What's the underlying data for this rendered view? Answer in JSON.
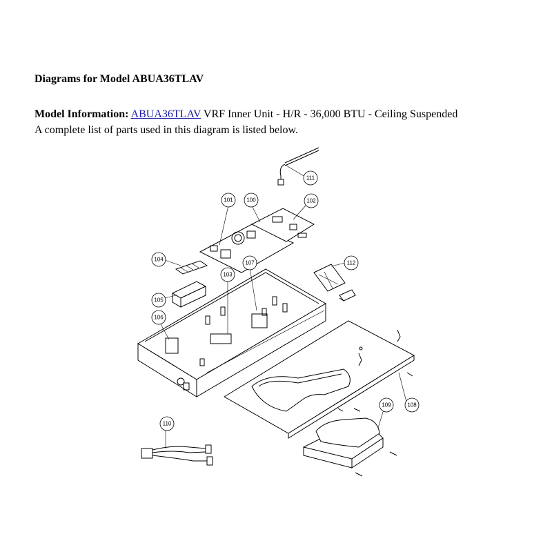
{
  "header": {
    "title": "Diagrams for Model ABUA36TLAV"
  },
  "model_info": {
    "label": "Model Information:",
    "model_link": "ABUA36TLAV",
    "description": "VRF Inner Unit - H/R - 36,000 BTU - Ceiling Suspended"
  },
  "parts_note": "A complete list of parts used in this diagram is listed below.",
  "diagram": {
    "callouts": [
      "111",
      "101",
      "100",
      "102",
      "104",
      "112",
      "107",
      "103",
      "105",
      "106",
      "109",
      "108",
      "110"
    ]
  }
}
